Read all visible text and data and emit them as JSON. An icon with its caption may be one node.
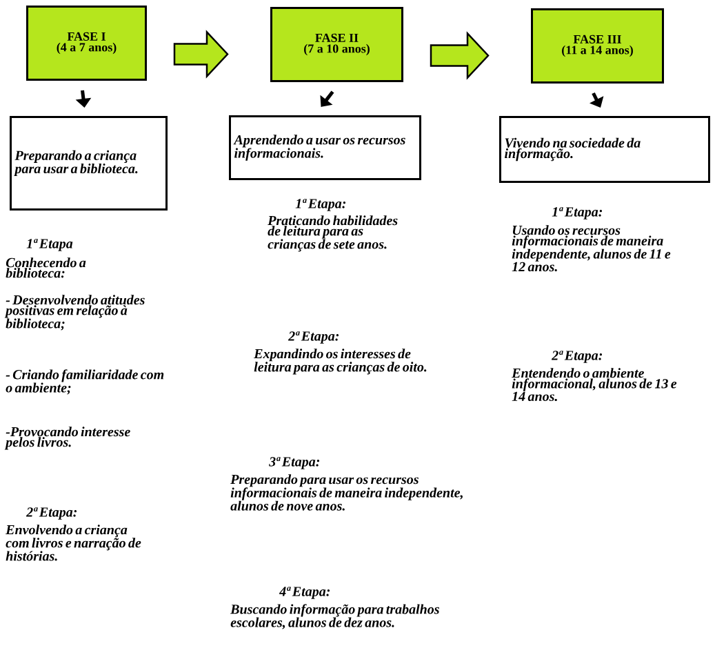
{
  "diagram": {
    "nodes": [
      {
        "text": [
          "FASE I",
          "(4 a 7 anos)"
        ]
      },
      {
        "text": [
          "FASE II",
          "(7 a 10 anos)"
        ]
      },
      {
        "text": [
          "FASE III",
          "(11 a 14 anos)"
        ]
      },
      {
        "text": [
          "Preparando a criança para usar a biblioteca."
        ]
      },
      {
        "text": [
          "Aprendendo a usar os recursos informacionais."
        ]
      },
      {
        "text": [
          "Vivendo na sociedade da informação."
        ]
      }
    ],
    "edges": [
      {
        "from": 0,
        "to": 1,
        "arrow": "to",
        "style": "thick"
      },
      {
        "from": 1,
        "to": 2,
        "arrow": "to",
        "style": "thick"
      },
      {
        "from": 0,
        "to": 3,
        "arrow": "to"
      },
      {
        "from": 1,
        "to": 4,
        "arrow": "to"
      },
      {
        "from": 2,
        "to": 5,
        "arrow": "to"
      }
    ],
    "labels": [
      "1ª Etapa",
      "Conhecendo a biblioteca:",
      "- Desenvolvendo atitudes positivas em relação à biblioteca;",
      "- Criando familiaridade com o ambiente;",
      "-Provocando interesse pelos livros.",
      "2ª Etapa:",
      "Envolvendo a criança com livros e narração de histórias.",
      "1ª Etapa:",
      "Praticando habilidades de leitura para as crianças de sete anos.",
      "2ª Etapa:",
      "Expandindo os interesses de leitura para as crianças de oito.",
      "3ª Etapa:",
      "Preparando para usar os recursos informacionais de maneira independente, alunos de nove anos.",
      "4ª Etapa:",
      "Buscando informação para trabalhos escolares, alunos de dez anos.",
      "1ª Etapa:",
      "Usando os recursos informacionais de maneira independente, alunos de 11 e 12 anos.",
      "2ª Etapa:",
      "Entendendo o ambiente informacional, alunos de 13 e 14 anos."
    ]
  }
}
